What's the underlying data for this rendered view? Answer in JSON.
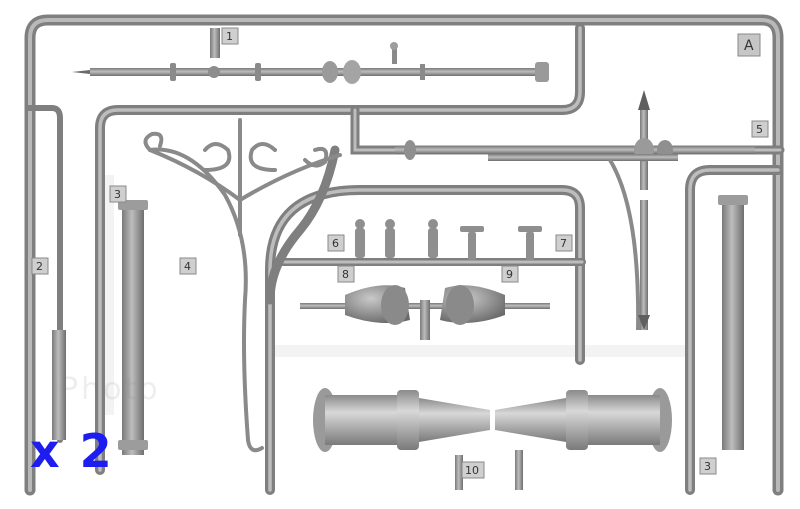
{
  "sprue": {
    "letter": "A",
    "part_numbers": {
      "p1": "1",
      "p2": "2",
      "p3": "3",
      "p4": "4",
      "p5": "5",
      "p6": "6",
      "p7": "7",
      "p8": "8",
      "p9": "9",
      "p10": "10",
      "p3b": "3"
    }
  },
  "overlay": {
    "multiplier": "x 2"
  },
  "watermark": {
    "text": "Photo"
  },
  "colors": {
    "plastic": "#9b9b9b",
    "plastic_dark": "#6f6f6f",
    "plastic_light": "#c4c4c4",
    "multiplier": "#1d1df0"
  },
  "icons": [
    "lamppost-part",
    "sprue-frame"
  ]
}
